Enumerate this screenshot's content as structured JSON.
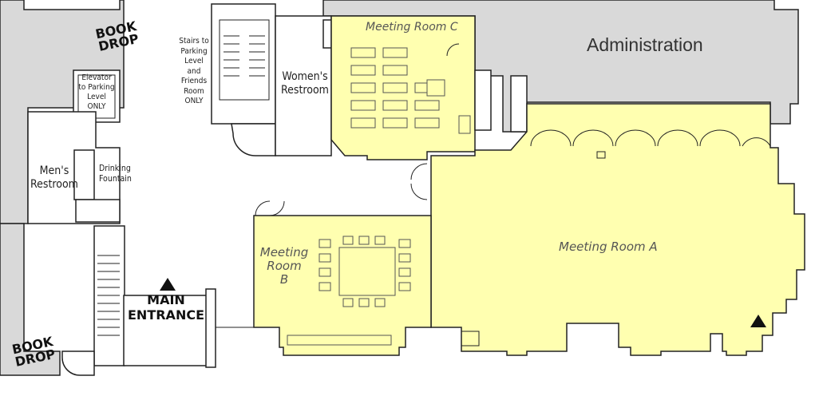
{
  "colors": {
    "meeting_room": "#ffffb0",
    "gray_area": "#d9d9d9",
    "wall": "#222222"
  },
  "labels": {
    "book_drop_top": [
      "BOOK",
      "DROP"
    ],
    "book_drop_bottom": [
      "BOOK",
      "DROP"
    ],
    "elevator": [
      "Elevator",
      "to Parking",
      "Level",
      "ONLY"
    ],
    "stairs": [
      "Stairs to",
      "Parking",
      "Level",
      "and",
      "Friends",
      "Room",
      "ONLY"
    ],
    "womens_restroom": [
      "Women's",
      "Restroom"
    ],
    "mens_restroom": [
      "Men's",
      "Restroom"
    ],
    "drinking_fountain": [
      "Drinking",
      "Fountain"
    ],
    "meeting_room_c": "Meeting Room C",
    "administration": "Administration",
    "meeting_room_b": [
      "Meeting",
      "Room",
      "B"
    ],
    "meeting_room_a": "Meeting Room A",
    "main_entrance": [
      "MAIN",
      "ENTRANCE"
    ]
  },
  "icons": [
    "entrance-arrow-icon",
    "wheelchair-accessible-icon",
    "door-swing-icon",
    "table-icon",
    "chair-icon"
  ]
}
